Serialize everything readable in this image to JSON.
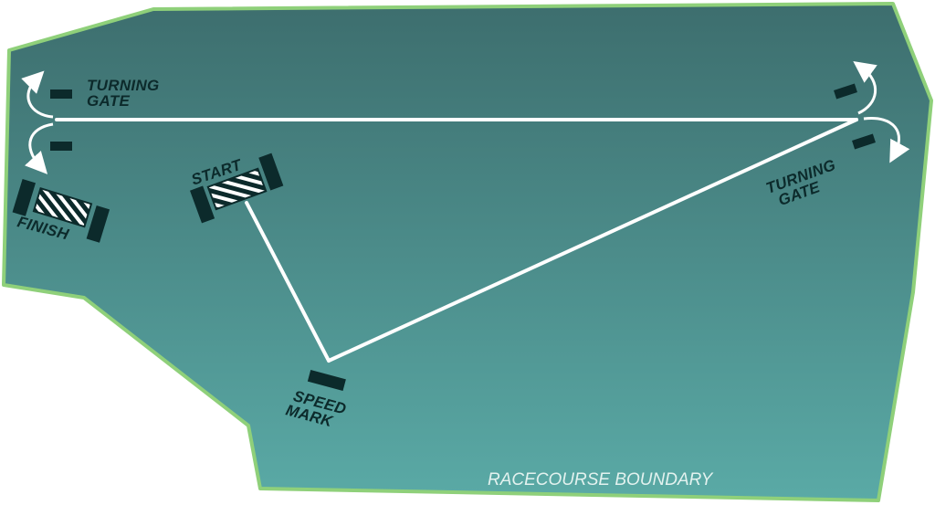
{
  "colors": {
    "field_top": "#3d6e6e",
    "field_bottom": "#5aaaa6",
    "border": "#8fd07a",
    "course_line": "#ffffff",
    "marker": "#0c2a2b"
  },
  "labels": {
    "turning_gate_left": [
      "TURNING",
      "GATE"
    ],
    "turning_gate_right": [
      "TURNING",
      "GATE"
    ],
    "start": "START",
    "finish": "FINISH",
    "speed_mark": [
      "SPEED",
      "MARK"
    ],
    "boundary": "RACECOURSE BOUNDARY"
  },
  "icons": {
    "turn_arrows": "curved-arrow-icon",
    "gate_marker": "gate-marker-icon",
    "checkered_gate": "checkered-gate-icon"
  }
}
